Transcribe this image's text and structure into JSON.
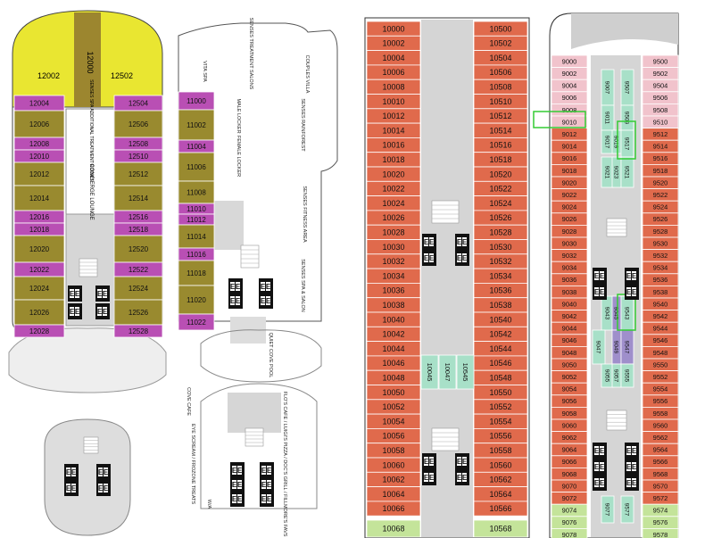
{
  "colors": {
    "olive": "#998a2f",
    "magenta": "#b94fb4",
    "yellow": "#e9e631",
    "brownStripe": "#9c862f",
    "orange": "#e06a4c",
    "mint": "#a8e0c8",
    "pink": "#f1c3cc",
    "lime": "#c4e49a",
    "purple": "#9f8fcb",
    "grey": "#cfcfcf",
    "highlight": "#33cc33"
  },
  "panel1": {
    "top_left": "12002",
    "top_center": "12000",
    "top_right": "12502",
    "left": [
      {
        "n": "12004",
        "c": "magenta"
      },
      {
        "n": "12006",
        "c": "olive"
      },
      {
        "n": "12008",
        "c": "magenta"
      },
      {
        "n": "12010",
        "c": "magenta"
      },
      {
        "n": "12012",
        "c": "olive"
      },
      {
        "n": "12014",
        "c": "olive"
      },
      {
        "n": "12016",
        "c": "magenta"
      },
      {
        "n": "12018",
        "c": "magenta"
      },
      {
        "n": "12020",
        "c": "olive"
      },
      {
        "n": "12022",
        "c": "magenta"
      },
      {
        "n": "12024",
        "c": "olive"
      },
      {
        "n": "12026",
        "c": "olive"
      },
      {
        "n": "12028",
        "c": "magenta"
      }
    ],
    "right": [
      {
        "n": "12504",
        "c": "magenta"
      },
      {
        "n": "12506",
        "c": "olive"
      },
      {
        "n": "12508",
        "c": "magenta"
      },
      {
        "n": "12510",
        "c": "magenta"
      },
      {
        "n": "12512",
        "c": "olive"
      },
      {
        "n": "12514",
        "c": "olive"
      },
      {
        "n": "12516",
        "c": "magenta"
      },
      {
        "n": "12518",
        "c": "magenta"
      },
      {
        "n": "12520",
        "c": "olive"
      },
      {
        "n": "12522",
        "c": "magenta"
      },
      {
        "n": "12524",
        "c": "olive"
      },
      {
        "n": "12526",
        "c": "olive"
      },
      {
        "n": "12528",
        "c": "magenta"
      }
    ],
    "spa_rooms": "SENSES SPA ADDITIONAL TREATMENT ROOMS",
    "concierge": "CONCIERGE LOUNGE"
  },
  "panel2": {
    "cabins": [
      {
        "n": "11000",
        "c": "magenta"
      },
      {
        "n": "11002",
        "c": "olive"
      },
      {
        "n": "11004",
        "c": "magenta"
      },
      {
        "n": "11006",
        "c": "olive"
      },
      {
        "n": "11008",
        "c": "olive"
      },
      {
        "n": "11010",
        "c": "magenta"
      },
      {
        "n": "11012",
        "c": "magenta"
      },
      {
        "n": "11014",
        "c": "olive"
      },
      {
        "n": "11016",
        "c": "magenta"
      },
      {
        "n": "11018",
        "c": "olive"
      },
      {
        "n": "11020",
        "c": "olive"
      },
      {
        "n": "11022",
        "c": "magenta"
      }
    ],
    "labels": {
      "treatment": "SENSES TREATMENT SALONS",
      "vita": "VITA SPA",
      "couples": "COUPLES VILLA",
      "male": "MALE LOCKER",
      "female": "FEMALE LOCKER",
      "rainforest": "SENSES RAINFOREST",
      "fitness": "SENSES FITNESS AREA",
      "salon": "SENSES SPA & SALON",
      "quiet": "QUIET COVE POOL",
      "cove_cafe": "COVE CAFE",
      "flos": "FLO'S CAFE / LUIGI'S PIZZA / DOC'S GRILL / FILLMORE'S FAVS",
      "eye": "EYE SCREAM / FROZONE TREATS",
      "wa": "W/A"
    }
  },
  "panel3": {
    "left": [
      "10000",
      "10002",
      "10004",
      "10006",
      "10008",
      "10010",
      "10012",
      "10014",
      "10016",
      "10018",
      "10020",
      "10022",
      "10024",
      "10026",
      "10028",
      "10030",
      "10032",
      "10034",
      "10036",
      "10038",
      "10040",
      "10042",
      "10044",
      "10046",
      "10048",
      "10050",
      "10052",
      "10054",
      "10056",
      "10058",
      "10060",
      "10062",
      "10064",
      "10066"
    ],
    "right": [
      "10500",
      "10502",
      "10504",
      "10506",
      "10508",
      "10510",
      "10512",
      "10514",
      "10516",
      "10518",
      "10520",
      "10522",
      "10524",
      "10526",
      "10528",
      "10530",
      "10532",
      "10534",
      "10536",
      "10538",
      "10540",
      "10542",
      "10544",
      "10546",
      "10548",
      "10550",
      "10552",
      "10554",
      "10556",
      "10558",
      "10560",
      "10562",
      "10564",
      "10566"
    ],
    "middle": [
      "10045",
      "10047",
      "10545"
    ],
    "bottom_left": "10068",
    "bottom_right": "10568"
  },
  "panel4": {
    "left": [
      {
        "n": "9000",
        "c": "pink"
      },
      {
        "n": "9002",
        "c": "pink"
      },
      {
        "n": "9004",
        "c": "pink"
      },
      {
        "n": "9006",
        "c": "pink"
      },
      {
        "n": "9008",
        "c": "pink"
      },
      {
        "n": "9010",
        "c": "pink"
      },
      {
        "n": "9012",
        "c": "orange"
      },
      {
        "n": "9014",
        "c": "orange"
      },
      {
        "n": "9016",
        "c": "orange"
      },
      {
        "n": "9018",
        "c": "orange"
      },
      {
        "n": "9020",
        "c": "orange"
      },
      {
        "n": "9022",
        "c": "orange"
      },
      {
        "n": "9024",
        "c": "orange"
      },
      {
        "n": "9026",
        "c": "orange"
      },
      {
        "n": "9028",
        "c": "orange"
      },
      {
        "n": "9030",
        "c": "orange"
      },
      {
        "n": "9032",
        "c": "orange"
      },
      {
        "n": "9034",
        "c": "orange"
      },
      {
        "n": "9036",
        "c": "orange"
      },
      {
        "n": "9038",
        "c": "orange"
      },
      {
        "n": "9040",
        "c": "orange"
      },
      {
        "n": "9042",
        "c": "orange"
      },
      {
        "n": "9044",
        "c": "orange"
      },
      {
        "n": "9046",
        "c": "orange"
      },
      {
        "n": "9048",
        "c": "orange"
      },
      {
        "n": "9050",
        "c": "orange"
      },
      {
        "n": "9052",
        "c": "orange"
      },
      {
        "n": "9054",
        "c": "orange"
      },
      {
        "n": "9056",
        "c": "orange"
      },
      {
        "n": "9058",
        "c": "orange"
      },
      {
        "n": "9060",
        "c": "orange"
      },
      {
        "n": "9062",
        "c": "orange"
      },
      {
        "n": "9064",
        "c": "orange"
      },
      {
        "n": "9066",
        "c": "orange"
      },
      {
        "n": "9068",
        "c": "orange"
      },
      {
        "n": "9070",
        "c": "orange"
      },
      {
        "n": "9072",
        "c": "orange"
      },
      {
        "n": "9074",
        "c": "lime"
      },
      {
        "n": "9076",
        "c": "lime"
      },
      {
        "n": "9078",
        "c": "lime"
      }
    ],
    "right": [
      {
        "n": "9500",
        "c": "pink"
      },
      {
        "n": "9502",
        "c": "pink"
      },
      {
        "n": "9504",
        "c": "pink"
      },
      {
        "n": "9506",
        "c": "pink"
      },
      {
        "n": "9508",
        "c": "pink"
      },
      {
        "n": "9510",
        "c": "pink"
      },
      {
        "n": "9512",
        "c": "orange"
      },
      {
        "n": "9514",
        "c": "orange"
      },
      {
        "n": "9516",
        "c": "orange"
      },
      {
        "n": "9518",
        "c": "orange"
      },
      {
        "n": "9520",
        "c": "orange"
      },
      {
        "n": "9522",
        "c": "orange"
      },
      {
        "n": "9524",
        "c": "orange"
      },
      {
        "n": "9526",
        "c": "orange"
      },
      {
        "n": "9528",
        "c": "orange"
      },
      {
        "n": "9530",
        "c": "orange"
      },
      {
        "n": "9532",
        "c": "orange"
      },
      {
        "n": "9534",
        "c": "orange"
      },
      {
        "n": "9536",
        "c": "orange"
      },
      {
        "n": "9538",
        "c": "orange"
      },
      {
        "n": "9540",
        "c": "orange"
      },
      {
        "n": "9542",
        "c": "orange"
      },
      {
        "n": "9544",
        "c": "orange"
      },
      {
        "n": "9546",
        "c": "orange"
      },
      {
        "n": "9548",
        "c": "orange"
      },
      {
        "n": "9550",
        "c": "orange"
      },
      {
        "n": "9552",
        "c": "orange"
      },
      {
        "n": "9554",
        "c": "orange"
      },
      {
        "n": "9556",
        "c": "orange"
      },
      {
        "n": "9558",
        "c": "orange"
      },
      {
        "n": "9560",
        "c": "orange"
      },
      {
        "n": "9562",
        "c": "orange"
      },
      {
        "n": "9564",
        "c": "orange"
      },
      {
        "n": "9566",
        "c": "orange"
      },
      {
        "n": "9568",
        "c": "orange"
      },
      {
        "n": "9570",
        "c": "orange"
      },
      {
        "n": "9572",
        "c": "orange"
      },
      {
        "n": "9574",
        "c": "lime"
      },
      {
        "n": "9576",
        "c": "lime"
      },
      {
        "n": "9578",
        "c": "lime"
      }
    ],
    "inner": [
      {
        "n": "9007",
        "c": "mint"
      },
      {
        "n": "9507",
        "c": "mint"
      },
      {
        "n": "9011",
        "c": "mint"
      },
      {
        "n": "9509",
        "c": "mint"
      },
      {
        "n": "9017",
        "c": "mint"
      },
      {
        "n": "9019",
        "c": "mint"
      },
      {
        "n": "9517",
        "c": "mint"
      },
      {
        "n": "9021",
        "c": "mint"
      },
      {
        "n": "9023",
        "c": "mint"
      },
      {
        "n": "9521",
        "c": "mint"
      },
      {
        "n": "9043",
        "c": "mint"
      },
      {
        "n": "9045",
        "c": "purple"
      },
      {
        "n": "9543",
        "c": "mint"
      },
      {
        "n": "9047",
        "c": "mint"
      },
      {
        "n": "9049",
        "c": "purple"
      },
      {
        "n": "9547",
        "c": "purple"
      },
      {
        "n": "9055",
        "c": "mint"
      },
      {
        "n": "9057",
        "c": "mint"
      },
      {
        "n": "9555",
        "c": "mint"
      },
      {
        "n": "9077",
        "c": "mint"
      },
      {
        "n": "9577",
        "c": "mint"
      }
    ],
    "highlighted": [
      "9010",
      "9517",
      "9543"
    ]
  },
  "elevator_glyph": "E"
}
